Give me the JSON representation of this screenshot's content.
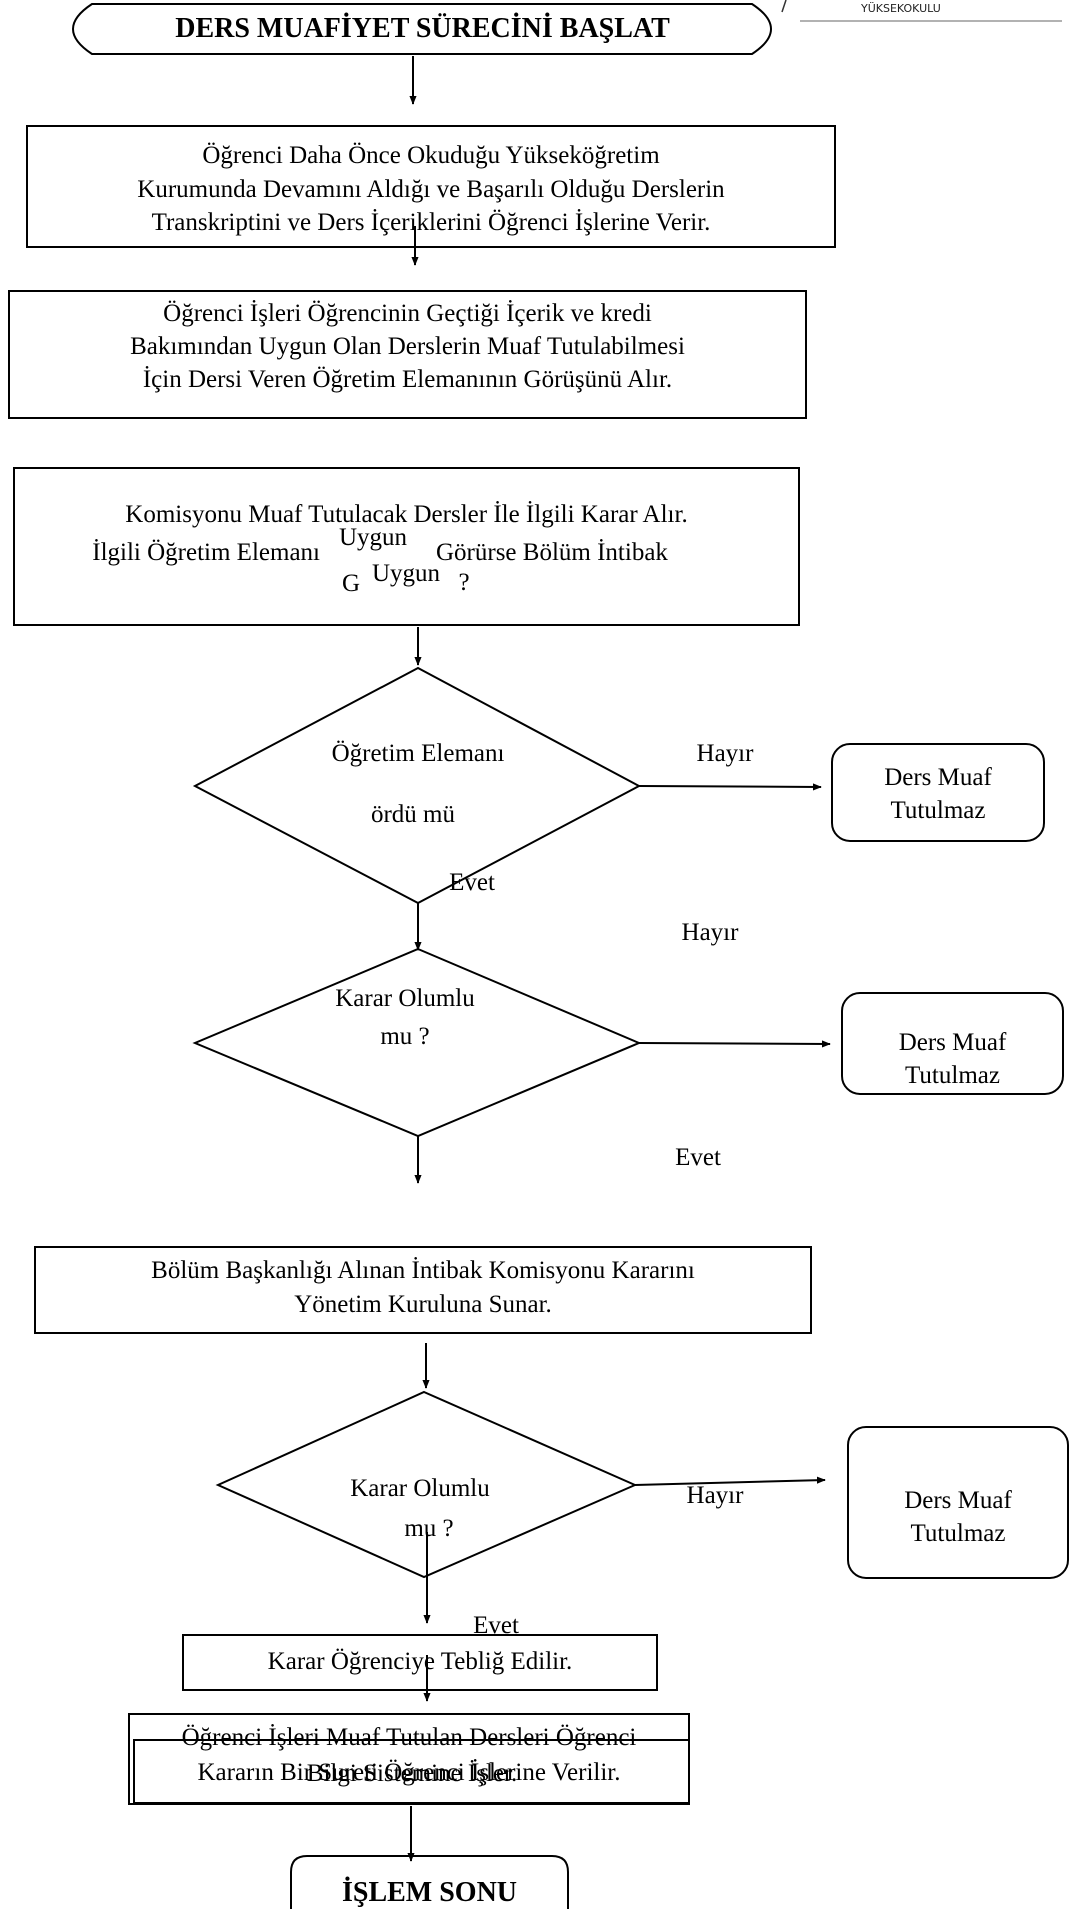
{
  "header": {
    "logo_text": "YÜKSEKOKULU"
  },
  "start": {
    "label": "DERS MUAFİYET SÜRECİNİ BAŞLAT"
  },
  "step1": {
    "lines": [
      "Öğrenci Daha Önce Okuduğu Yükseköğretim",
      "Kurumunda Devamını Aldığı ve Başarılı Olduğu Derslerin",
      "Transkriptini ve Ders İçeriklerini Öğrenci İşlerine Verir."
    ]
  },
  "step2": {
    "lines": [
      "Öğrenci İşleri Öğrencinin Geçtiği İçerik ve kredi",
      "Bakımından Uygun Olan Derslerin Muaf Tutulabilmesi",
      "İçin Dersi Veren Öğretim Elemanının Görüşünü Alır."
    ]
  },
  "step3": {
    "line1": "Komisyonu Muaf Tutulacak Dersler İle İlgili Karar Alır.",
    "line2a": "İlgili Öğretim Elemanı",
    "line2b": "Görürse Bölüm İntibak",
    "uygun1": "Uygun",
    "uygun2": "Uygun",
    "g": "G",
    "q": "?"
  },
  "decision1": {
    "line1": "Öğretim Elemanı",
    "line2": "ördü mü",
    "no": "Hayır",
    "yes": "Evet"
  },
  "outcome1": {
    "lines": [
      "Ders Muaf",
      "Tutulmaz"
    ]
  },
  "decision2": {
    "line1": "Karar Olumlu",
    "line2": "mu ?",
    "no": "Hayır",
    "yes": "Evet"
  },
  "outcome2": {
    "lines": [
      "Ders Muaf",
      "Tutulmaz"
    ]
  },
  "step4": {
    "lines": [
      "Bölüm Başkanlığı Alınan İntibak Komisyonu Kararını",
      "Yönetim Kuruluna Sunar."
    ]
  },
  "decision3": {
    "line1": "Karar Olumlu",
    "line2": "mu ?",
    "no": "Hayır",
    "yes": "Evet"
  },
  "outcome3": {
    "lines": [
      "Ders Muaf",
      "Tutulmaz"
    ]
  },
  "step5": {
    "label": "Karar Öğrenciye Tebliğ Edilir."
  },
  "step6": {
    "line1": "Öğrenci İşleri Muaf Tutulan Dersleri Öğrenci",
    "line2": "Kararın Bir Sureti Öğrenci İşlerine Verilir.",
    "overlay": "Bilgi Sistemine İşler."
  },
  "end": {
    "label": "İŞLEM SONU"
  }
}
